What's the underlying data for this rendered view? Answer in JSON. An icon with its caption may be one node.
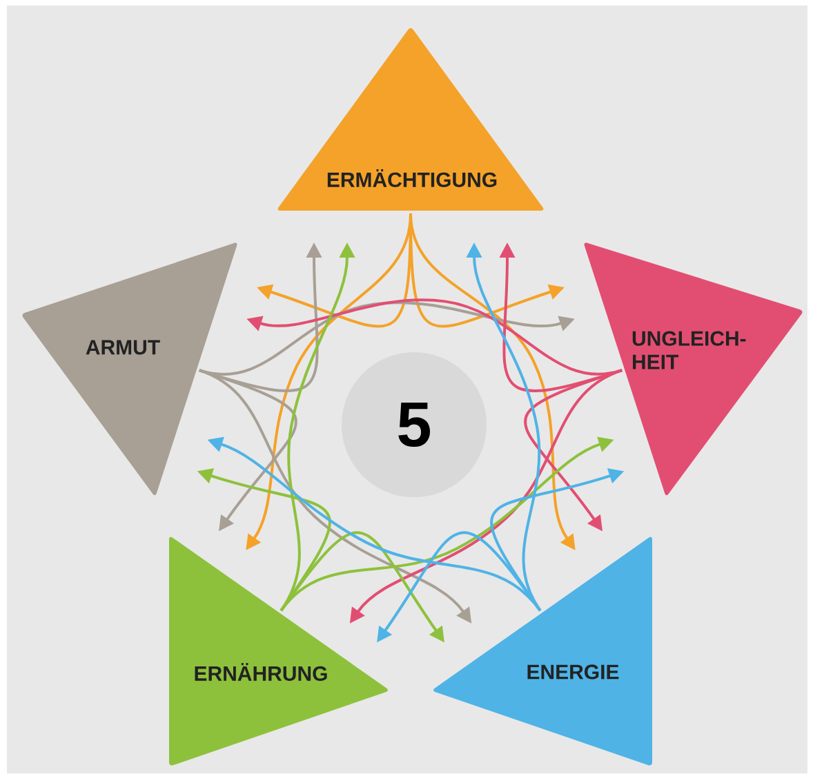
{
  "diagram": {
    "nodes": [
      {
        "text": [
          "ERMÄCHTIGUNG"
        ]
      },
      {
        "text": [
          "ARMUT"
        ]
      },
      {
        "text": [
          "UNGLEICH- HEIT"
        ]
      },
      {
        "text": [
          "5"
        ]
      },
      {
        "text": [
          "ERNÄHRUNG"
        ]
      },
      {
        "text": [
          "ENERGIE"
        ]
      }
    ],
    "edges": [
      {
        "from": 0,
        "to": 1,
        "arrow": "to",
        "color": "#f4a229"
      },
      {
        "from": 0,
        "to": 2,
        "arrow": "to",
        "color": "#f4a229"
      },
      {
        "from": 0,
        "to": 4,
        "arrow": "to",
        "color": "#f4a229"
      },
      {
        "from": 0,
        "to": 5,
        "arrow": "to",
        "color": "#f4a229"
      },
      {
        "from": 1,
        "to": 0,
        "arrow": "to",
        "color": "#a89f95"
      },
      {
        "from": 1,
        "to": 2,
        "arrow": "to",
        "color": "#a89f95"
      },
      {
        "from": 1,
        "to": 4,
        "arrow": "to",
        "color": "#a89f95"
      },
      {
        "from": 1,
        "to": 5,
        "arrow": "to",
        "color": "#a89f95"
      },
      {
        "from": 2,
        "to": 0,
        "arrow": "to",
        "color": "#e24e72"
      },
      {
        "from": 2,
        "to": 1,
        "arrow": "to",
        "color": "#e24e72"
      },
      {
        "from": 2,
        "to": 4,
        "arrow": "to",
        "color": "#e24e72"
      },
      {
        "from": 2,
        "to": 5,
        "arrow": "to",
        "color": "#e24e72"
      },
      {
        "from": 4,
        "to": 0,
        "arrow": "to",
        "color": "#8dc13c"
      },
      {
        "from": 4,
        "to": 1,
        "arrow": "to",
        "color": "#8dc13c"
      },
      {
        "from": 4,
        "to": 2,
        "arrow": "to",
        "color": "#8dc13c"
      },
      {
        "from": 4,
        "to": 5,
        "arrow": "to",
        "color": "#8dc13c"
      },
      {
        "from": 5,
        "to": 0,
        "arrow": "to",
        "color": "#4fb3e6"
      },
      {
        "from": 5,
        "to": 1,
        "arrow": "to",
        "color": "#4fb3e6"
      },
      {
        "from": 5,
        "to": 2,
        "arrow": "to",
        "color": "#4fb3e6"
      },
      {
        "from": 5,
        "to": 4,
        "arrow": "to",
        "color": "#4fb3e6"
      }
    ]
  }
}
